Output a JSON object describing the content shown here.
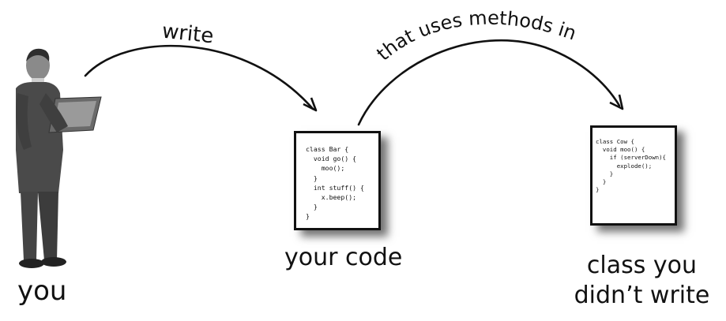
{
  "labels": {
    "you": "you",
    "your_code": "your code",
    "class_you_line1": "class you",
    "class_you_line2": "didn’t write",
    "arrow_write": "write",
    "arrow_uses": "that uses methods in"
  },
  "cards": {
    "bar_lines": [
      "class Bar {",
      "  void go() {",
      "    moo();",
      "  }",
      "  int stuff() {",
      "    x.beep();",
      "  }",
      "}"
    ],
    "cow_lines": [
      "class Cow {",
      "  void moo() {",
      "    if (serverDown){",
      "      explode();",
      "    }",
      "  }",
      "}"
    ]
  },
  "colors": {
    "ink": "#111111",
    "suit": "#4a4a4a"
  }
}
